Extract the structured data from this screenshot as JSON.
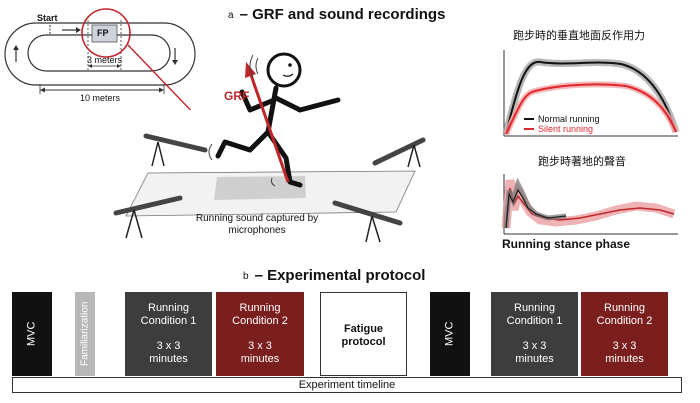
{
  "panel_a": {
    "letter": "a",
    "title": "– GRF and sound recordings",
    "track": {
      "start_label": "Start",
      "fp_label": "FP",
      "short_length": "3 meters",
      "long_length": "10 meters"
    },
    "grf_label": "GRF",
    "mic_caption_line1": "Running sound captured by",
    "mic_caption_line2": "microphones",
    "grf_chart": {
      "title": "跑步時的垂直地面反作用力",
      "legend": [
        {
          "label": "Normal running",
          "color": "#111111"
        },
        {
          "label": "Silent running",
          "color": "#e0262b"
        }
      ]
    },
    "sound_chart": {
      "title": "跑步時著地的聲音",
      "xlabel": "Running stance phase"
    }
  },
  "panel_b": {
    "letter": "b",
    "title": "– Experimental protocol",
    "blocks": [
      {
        "label": "MVC",
        "duration": ""
      },
      {
        "label": "Familiarization",
        "duration": ""
      },
      {
        "label_line1": "Running",
        "label_line2": "Condition 1",
        "duration_line1": "3 x 3",
        "duration_line2": "minutes"
      },
      {
        "label_line1": "Running",
        "label_line2": "Condition 2",
        "duration_line1": "3 x 3",
        "duration_line2": "minutes"
      },
      {
        "label_line1": "Fatigue",
        "label_line2": "protocol"
      },
      {
        "label": "MVC",
        "duration": ""
      },
      {
        "label_line1": "Running",
        "label_line2": "Condition 1",
        "duration_line1": "3 x 3",
        "duration_line2": "minutes"
      },
      {
        "label_line1": "Running",
        "label_line2": "Condition 2",
        "duration_line1": "3 x 3",
        "duration_line2": "minutes"
      }
    ],
    "timeline_label": "Experiment timeline"
  },
  "colors": {
    "accent_red": "#c0252b",
    "dark_block": "#3d3d3d",
    "red_block": "#7b1e1e",
    "black_block": "#111111",
    "grey_block": "#b8b8b8"
  }
}
